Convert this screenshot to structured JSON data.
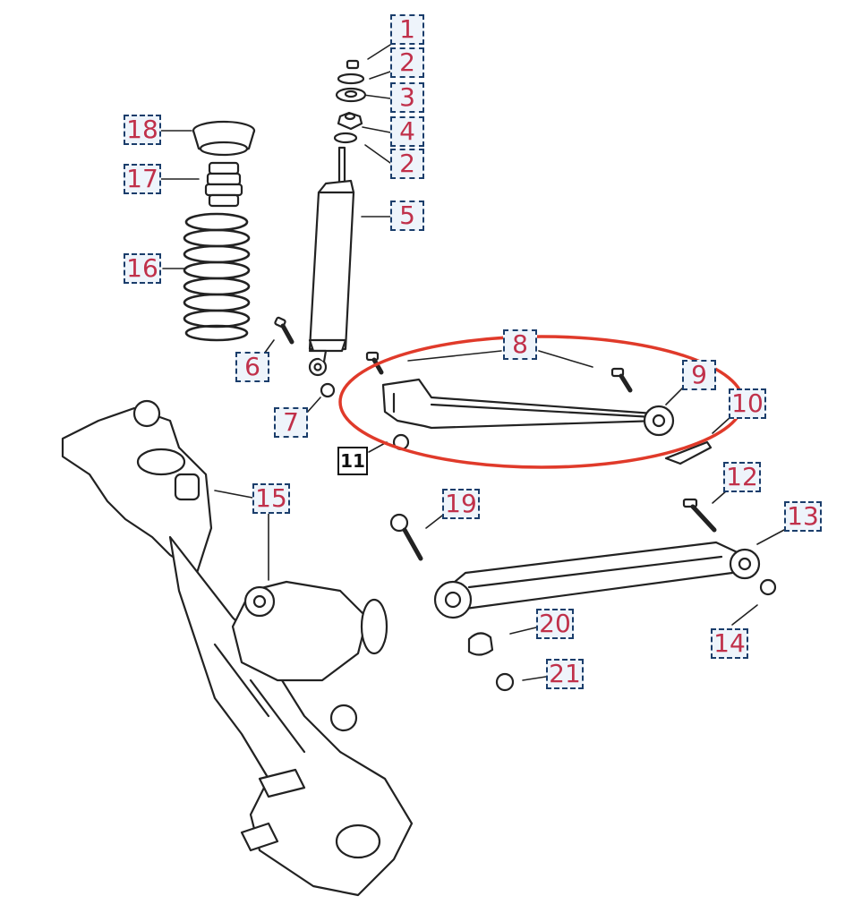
{
  "callouts": [
    {
      "id": "c1",
      "label": "1"
    },
    {
      "id": "c2a",
      "label": "2"
    },
    {
      "id": "c3",
      "label": "3"
    },
    {
      "id": "c4",
      "label": "4"
    },
    {
      "id": "c2b",
      "label": "2"
    },
    {
      "id": "c5",
      "label": "5"
    },
    {
      "id": "c6",
      "label": "6"
    },
    {
      "id": "c7",
      "label": "7"
    },
    {
      "id": "c8",
      "label": "8"
    },
    {
      "id": "c9",
      "label": "9"
    },
    {
      "id": "c10",
      "label": "10"
    },
    {
      "id": "c11",
      "label": "11"
    },
    {
      "id": "c12",
      "label": "12"
    },
    {
      "id": "c13",
      "label": "13"
    },
    {
      "id": "c14",
      "label": "14"
    },
    {
      "id": "c15",
      "label": "15"
    },
    {
      "id": "c16",
      "label": "16"
    },
    {
      "id": "c17",
      "label": "17"
    },
    {
      "id": "c18",
      "label": "18"
    },
    {
      "id": "c19",
      "label": "19"
    },
    {
      "id": "c20",
      "label": "20"
    },
    {
      "id": "c21",
      "label": "21"
    }
  ],
  "colors": {
    "line": "#222222",
    "callout_text": "#c0304a",
    "callout_border": "#1a3d6b",
    "highlight": "#e03a2a"
  }
}
